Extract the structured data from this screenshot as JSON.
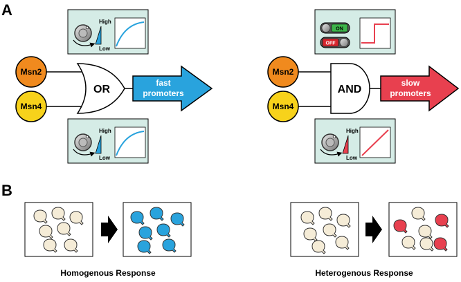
{
  "panel_a": {
    "letter": "A",
    "left": {
      "input_top": "Msn2",
      "input_bottom": "Msn4",
      "gate": "OR",
      "output_line1": "fast",
      "output_line2": "promoters",
      "dial_top": {
        "high": "High",
        "low": "Low"
      },
      "dial_bottom": {
        "high": "High",
        "low": "Low"
      }
    },
    "right": {
      "input_top": "Msn2",
      "input_bottom": "Msn4",
      "gate": "AND",
      "output_line1": "slow",
      "output_line2": "promoters",
      "switch_on": "ON",
      "switch_off": "OFF",
      "dial_bottom": {
        "high": "High",
        "low": "Low"
      }
    }
  },
  "panel_b": {
    "letter": "B",
    "left_caption": "Homogenous Response",
    "right_caption": "Heterogenous Response"
  },
  "colors": {
    "msn2": "#f08a1e",
    "msn4": "#f7d21b",
    "fast": "#29a3dd",
    "slow": "#e8404f",
    "box_fill": "#d5ece6",
    "cell_fill": "#f5ecd7"
  }
}
